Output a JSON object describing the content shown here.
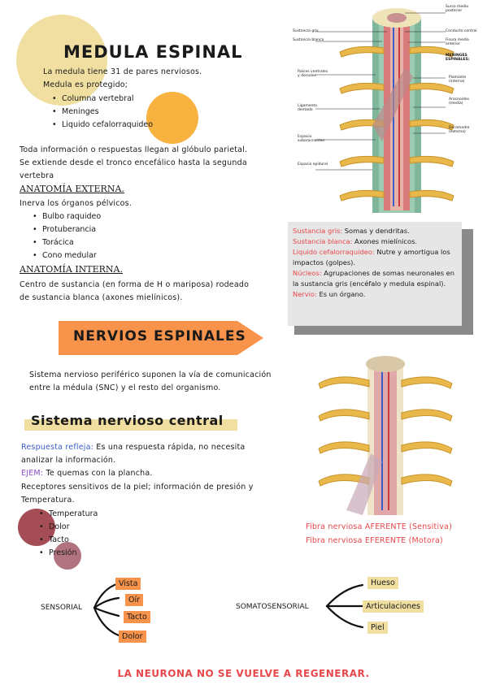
{
  "title": "MEDULA ESPINAL",
  "intro": {
    "line1": "La medula tiene 31 de pares nerviosos.",
    "line2": "Medula es protegido;",
    "items": [
      "Columna vertebral",
      "Meninges",
      "Liquido cefalorraquideo"
    ]
  },
  "info": {
    "line1": "Toda información o respuestas llegan al glóbulo parietal.",
    "line2": "Se extiende desde el tronco encefálico hasta la segunda",
    "line3": "vertebra"
  },
  "externa": {
    "heading": "ANATOMÍA EXTERNA.",
    "text": "Inerva los órganos pélvicos.",
    "items": [
      "Bulbo raquideo",
      "Protuberancia",
      "Torácica",
      "Cono medular"
    ]
  },
  "interna": {
    "heading": "ANATOMÍA INTERNA.",
    "line1": "Centro de sustancia (en forma de H o mariposa) rodeado",
    "line2": "de sustancia blanca (axones mielínicos)."
  },
  "graybox": {
    "items": [
      {
        "term": "Sustancia gris:",
        "desc": "Somas y dendritas."
      },
      {
        "term": "Sustancia blanca:",
        "desc": "Axones mielínicos."
      },
      {
        "term": "Liquido cefalorraquideo:",
        "desc": "Nutre y amortigua los impactos (golpes)."
      },
      {
        "term": "Núcleos:",
        "desc": "Agrupaciones de somas neuronales en la sustancia gris (encéfalo y medula espinal)."
      },
      {
        "term": "Nervio:",
        "desc": "Es un órgano."
      }
    ]
  },
  "nervios": {
    "heading": "NERVIOS ESPINALES",
    "line1": "Sistema nervioso periférico suponen la vía de comunicación",
    "line2": "entre la médula (SNC) y el resto del organismo."
  },
  "snc": {
    "heading": "Sistema nervioso central",
    "refleja_term": "Respuesta refleja:",
    "refleja_desc": "Es una respuesta rápida, no necesita",
    "refleja_desc2": "analizar la información.",
    "ejem_term": "EJEM:",
    "ejem_desc": "Te quemas con la plancha.",
    "receptores1": "Receptores sensitivos de la piel; información de presión y",
    "receptores2": "Temperatura.",
    "items": [
      "Temperatura",
      "Dolor",
      "Tacto",
      "Presión"
    ]
  },
  "fibras": {
    "aferente": "Fibra nerviosa AFERENTE (Sensitiva)",
    "eferente": "Fibra nerviosa EFERENTE (Motora)"
  },
  "sensorial": {
    "label": "SENSORIAL",
    "items": [
      "Vista",
      "Oír",
      "Tacto",
      "Dolor"
    ]
  },
  "somatosensorial": {
    "label": "SOMATOSENSORIAL",
    "items": [
      "Hueso",
      "Articulaciones",
      "Piel"
    ]
  },
  "footer": "LA NEURONA NO SE VUELVE A REGENERAR.",
  "diagram_labels": {
    "top_right": "Surco medio posterior",
    "sustancia_gris": "Sustancia gris",
    "sustancia_blanca": "Sustancia blanca",
    "conducto_central": "Conducto central",
    "fisura": "Fisura media anterior",
    "meninges": "MENINGES ESPINALES:",
    "ramos": "Raíces ventrales y dorsales",
    "ligamento": "Ligamento dentado",
    "espacio_sub": "Espacio subaracnoideo",
    "espacio_epi": "Espacio epidural",
    "piamadre": "Piamadre (interna)",
    "aracnoides": "Aracnoides (media)",
    "duramadre": "Duramadre (externa)"
  },
  "colors": {
    "red": "#e8474b",
    "orange": "#f7a034",
    "yellow": "#f0dfa0",
    "maroon": "#8e3b4a",
    "purple": "#8a4fc8",
    "blue": "#3a5ec8"
  }
}
